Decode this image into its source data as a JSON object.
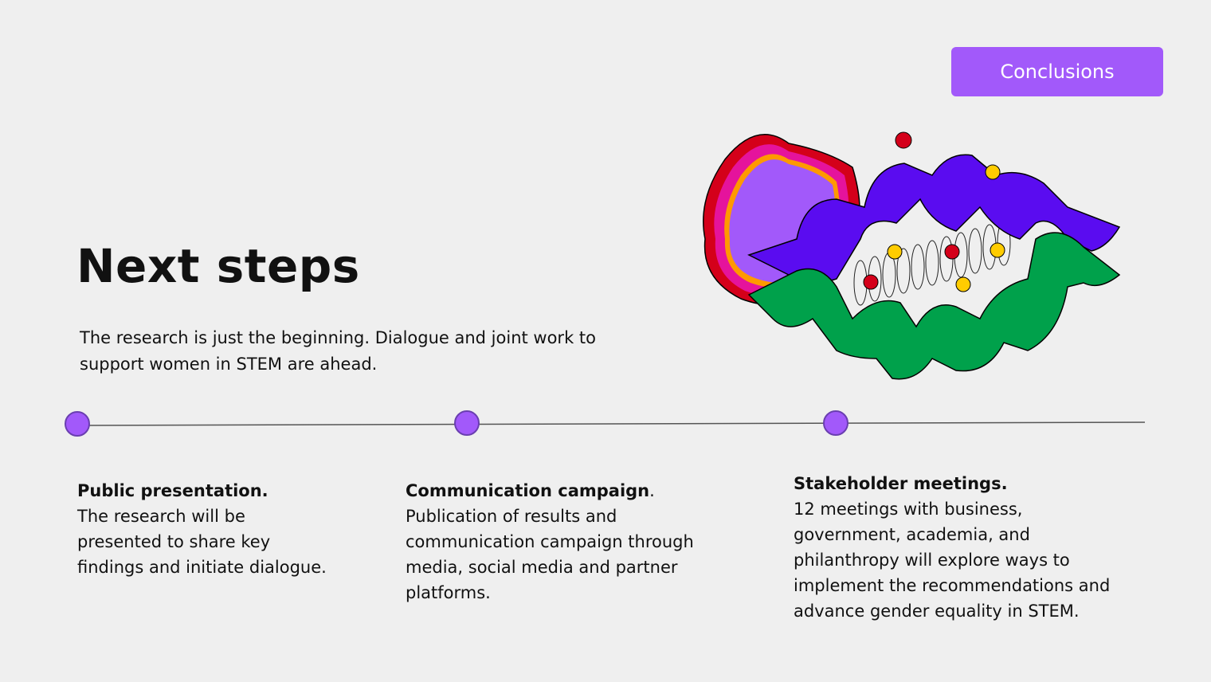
{
  "header": {
    "section_button": "Conclusions"
  },
  "title": "Next steps",
  "subtitle": "The research is just the beginning. Dialogue and joint work to support women in STEM are ahead.",
  "colors": {
    "accent": "#a259fa",
    "purple": "#5a0cf0",
    "green": "#00a14b",
    "red": "#d4001a",
    "yellow": "#ffcc00"
  },
  "steps": [
    {
      "heading": "Public presentation.",
      "text": "The research will be presented to share key findings and initiate dialogue."
    },
    {
      "heading": "Communication campaign",
      "suffix": ".",
      "text": "Publication of results and communication campaign through media, social media and partner platforms."
    },
    {
      "heading": "Stakeholder meetings.",
      "text": "12 meetings with business, government, academia, and philanthropy will explore ways to implement the recommendations and advance gender equality in STEM."
    }
  ]
}
